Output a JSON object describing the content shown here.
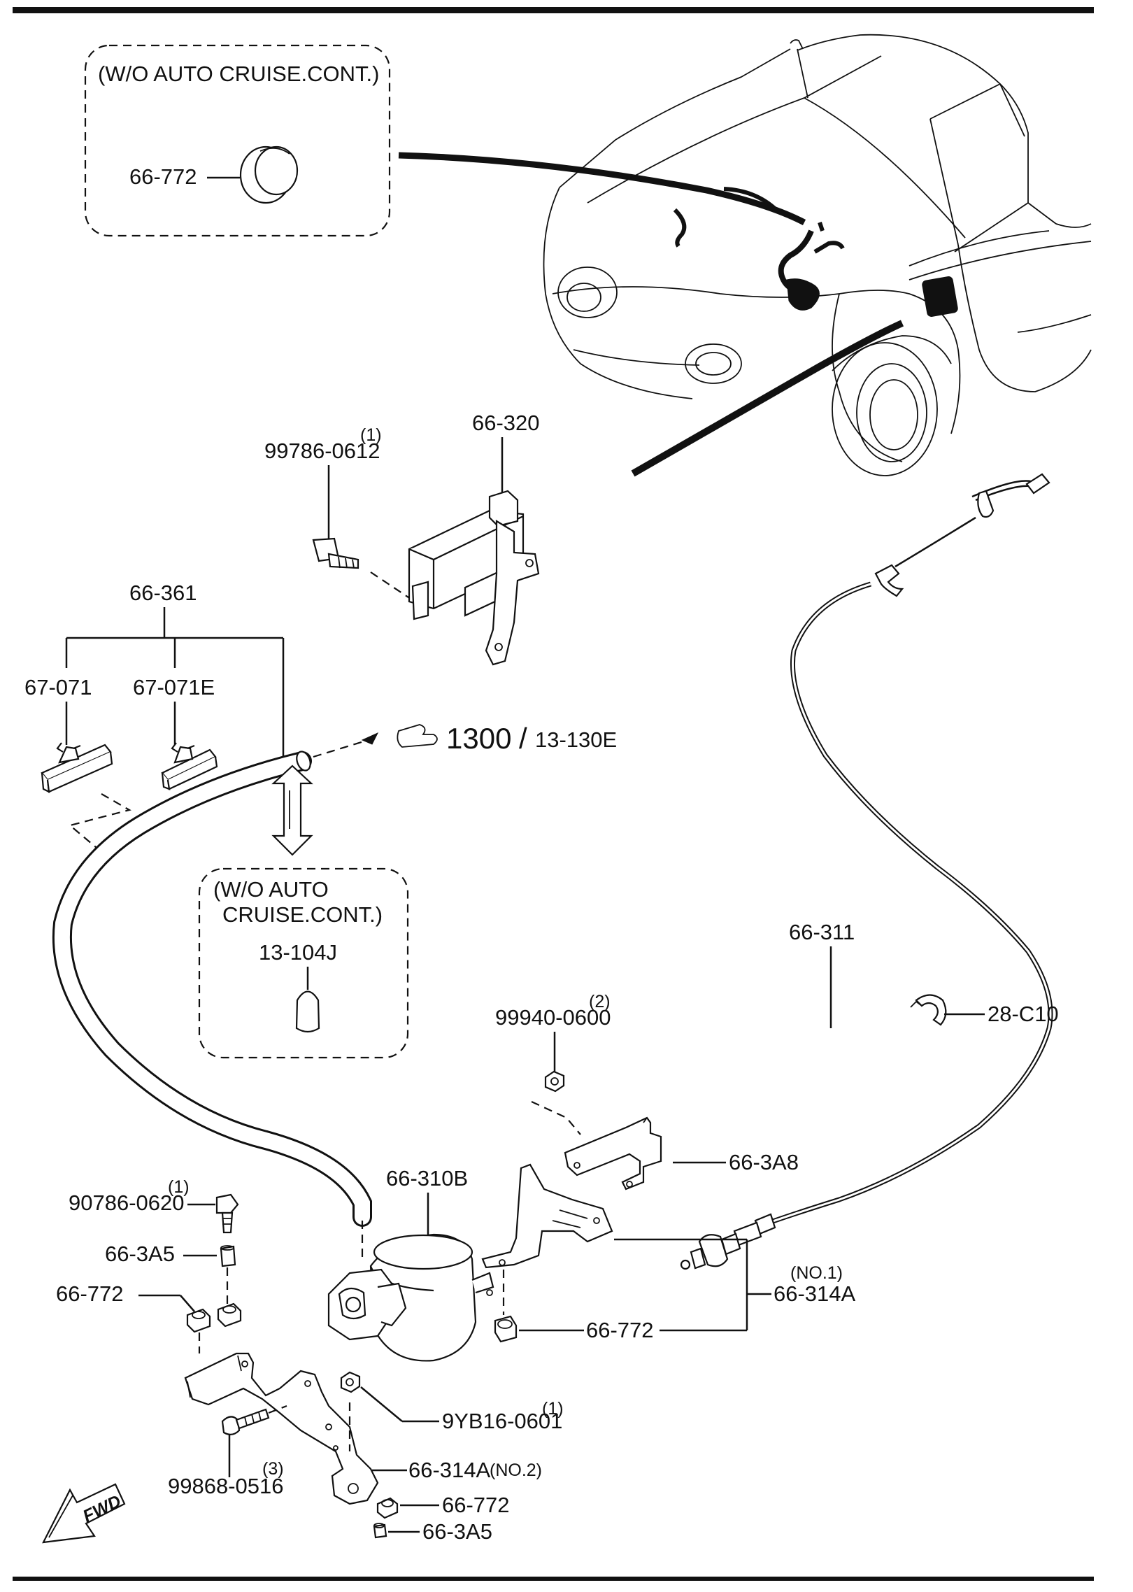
{
  "notes": {
    "wo_cruise_top": "(W/O AUTO CRUISE.CONT.)",
    "wo_cruise_mid_l1": "(W/O AUTO",
    "wo_cruise_mid_l2": "CRUISE.CONT.)"
  },
  "reference": {
    "main": "1300",
    "sep": "/",
    "sub": "13-130E"
  },
  "labels": {
    "p66_772_top": "66-772",
    "p99786_0612": "99786-0612",
    "p99786_0612_qty": "(1)",
    "p66_320": "66-320",
    "p66_361": "66-361",
    "p67_071": "67-071",
    "p67_071e": "67-071E",
    "p13_104j": "13-104J",
    "p66_311": "66-311",
    "p28_c10": "28-C10",
    "p99940_0600": "99940-0600",
    "p99940_0600_qty": "(2)",
    "p66_3a8": "66-3A8",
    "p66_310b": "66-310B",
    "p90786_0620": "90786-0620",
    "p90786_0620_qty": "(1)",
    "p66_3a5_upper": "66-3A5",
    "p66_772_left": "66-772",
    "p66_314a_no1": "66-314A",
    "p66_314a_no1_tag": "(NO.1)",
    "p66_772_right": "66-772",
    "p9yb16_0601": "9YB16-0601",
    "p9yb16_0601_qty": "(1)",
    "p99868_0516": "99868-0516",
    "p99868_0516_qty": "(3)",
    "p66_314a_no2": "66-314A",
    "p66_314a_no2_tag": "(NO.2)",
    "p66_772_bottom": "66-772",
    "p66_3a5_bottom": "66-3A5"
  },
  "fwd": "FWD"
}
